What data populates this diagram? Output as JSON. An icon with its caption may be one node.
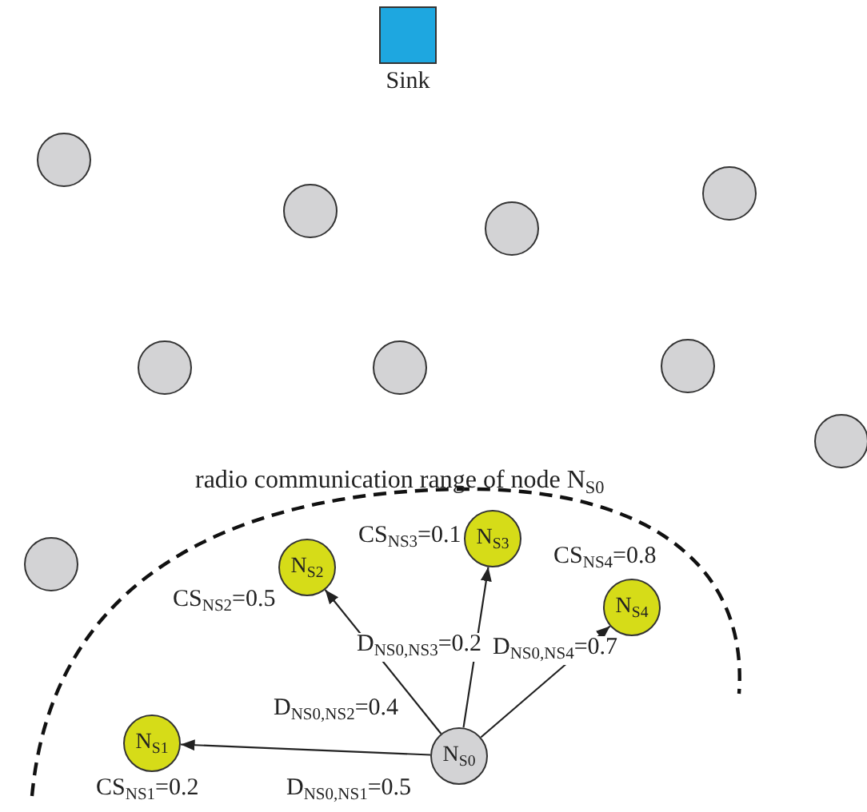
{
  "diagram": {
    "nodes": [
      {
        "text": [
          "Sink"
        ]
      },
      {
        "text": [],
        "shape": "circle"
      },
      {
        "text": [],
        "shape": "circle"
      },
      {
        "text": [],
        "shape": "circle"
      },
      {
        "text": [],
        "shape": "circle"
      },
      {
        "text": [],
        "shape": "circle"
      },
      {
        "text": [],
        "shape": "circle"
      },
      {
        "text": [],
        "shape": "circle"
      },
      {
        "text": [],
        "shape": "circle"
      },
      {
        "text": [],
        "shape": "circle"
      },
      {
        "text": [
          "N$_{S3}$"
        ],
        "beside": [
          "CS$_{NS3}$=0.1"
        ]
      },
      {
        "text": [
          "N$_{S2}$"
        ],
        "beside": [
          "CS$_{NS2}$=0.5"
        ]
      },
      {
        "text": [
          "N$_{S4}$"
        ],
        "beside": [
          "CS$_{NS4}$=0.8"
        ]
      },
      {
        "text": [
          "N$_{S1}$"
        ],
        "beside": [
          "CS$_{NS1}$=0.2"
        ]
      },
      {
        "text": [
          "N$_{S0}$"
        ]
      }
    ],
    "edges": [
      {
        "from": 14,
        "to": 13,
        "arrow": "to",
        "label": "D$_{NS0,NS1}$=0.5"
      },
      {
        "from": 14,
        "to": 11,
        "arrow": "to",
        "label": "D$_{NS0,NS2}$=0.4"
      },
      {
        "from": 14,
        "to": 10,
        "arrow": "to",
        "label": "D$_{NS0,NS3}$=0.2"
      },
      {
        "from": 14,
        "to": 12,
        "arrow": "to",
        "label": "D$_{NS0,NS4}$=0.7"
      }
    ],
    "labels": [
      "radio communication range of node N$_{S0}$"
    ]
  }
}
